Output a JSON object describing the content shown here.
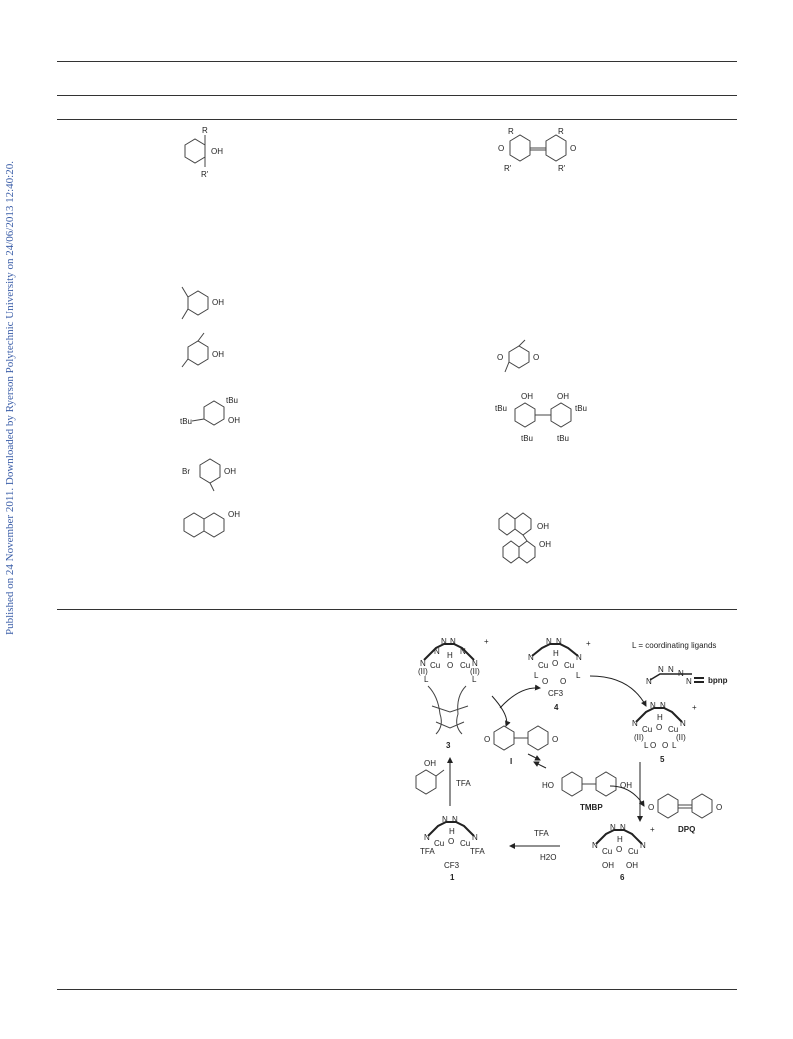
{
  "sidebar": {
    "published_text": "Published on 24 November 2011. Downloaded by Ryerson Polytechnic University on 24/06/2013 12:40:20."
  },
  "table": {
    "rows": [
      {
        "substrate": {
          "labels": [
            "R",
            "OH",
            "R'"
          ]
        },
        "product": {
          "labels": [
            "R",
            "R",
            "O",
            "O",
            "R'",
            "R'"
          ]
        }
      },
      {
        "substrate": {
          "labels": [
            "OH"
          ]
        },
        "product": null
      },
      {
        "substrate": {
          "labels": [
            "OH"
          ]
        },
        "product": {
          "labels": [
            "O",
            "O"
          ]
        }
      },
      {
        "substrate": {
          "labels": [
            "tBu",
            "tBu",
            "OH"
          ]
        },
        "product": {
          "labels": [
            "OH",
            "OH",
            "tBu",
            "tBu",
            "tBu",
            "tBu"
          ]
        }
      },
      {
        "substrate": {
          "labels": [
            "Br",
            "OH"
          ]
        },
        "product": null
      },
      {
        "substrate": {
          "labels": [
            "OH"
          ]
        },
        "product": {
          "labels": [
            "OH",
            "OH"
          ]
        }
      }
    ]
  },
  "scheme": {
    "ligand_note": "L = coordinating ligands",
    "bpnp_label": "bpnp",
    "compounds": {
      "c1": "1",
      "c3": "3",
      "c4": "4",
      "c5": "5",
      "c6": "6",
      "cI": "I",
      "tmbp": "TMBP",
      "dpq": "DPQ"
    },
    "reagents": {
      "tfa_left": "TFA",
      "tfa_bottom": "TFA",
      "water": "H2O"
    },
    "atom_labels": {
      "N": "N",
      "H": "H",
      "O": "O",
      "Cu": "Cu",
      "cu_ii": "(II)",
      "L": "L",
      "cf3": "CF3",
      "oh": "OH",
      "ho": "HO",
      "tfa": "TFA",
      "charge_plus": "+"
    }
  }
}
